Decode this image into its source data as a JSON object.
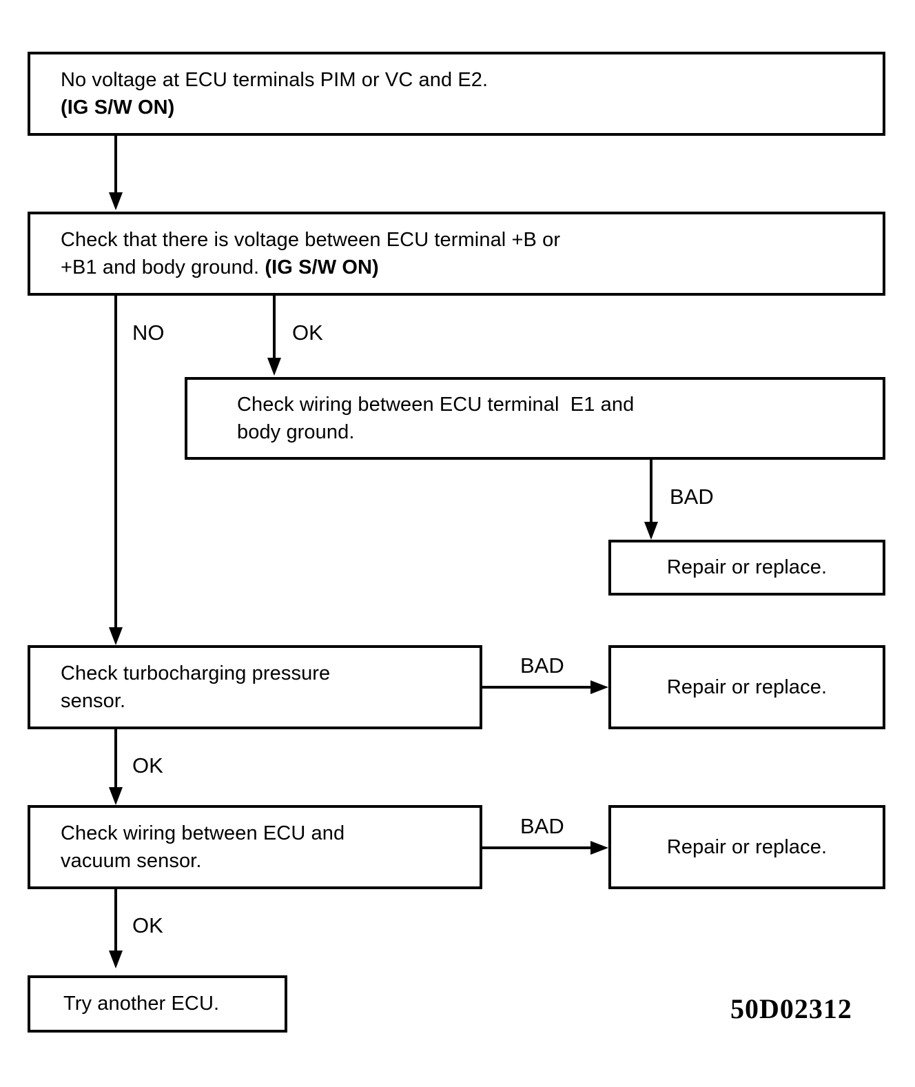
{
  "diagram": {
    "title_code": "50D02312",
    "nodes": {
      "start": {
        "line1": "No voltage at ECU terminals PIM or VC and E2.",
        "line2": "(IG S/W ON)"
      },
      "check_voltage": {
        "line1": "Check that there is voltage between ECU terminal +B or",
        "line2a": "+B1 and body ground. ",
        "line2b": "(IG S/W ON)",
        "line2": "+B1 and body ground. (IG S/W ON)"
      },
      "check_wiring_e1": {
        "line1": "Check wiring between ECU terminal  E1 and",
        "line2": "body ground."
      },
      "repair_1": {
        "line1": "Repair or replace."
      },
      "check_turbo_sensor": {
        "line1": "Check turbocharging pressure",
        "line2": "sensor."
      },
      "repair_2": {
        "line1": "Repair or replace."
      },
      "check_wiring_vacuum": {
        "line1": "Check wiring between ECU and",
        "line2": "vacuum sensor."
      },
      "repair_3": {
        "line1": "Repair or replace."
      },
      "try_another_ecu": {
        "line1": "Try another ECU."
      }
    },
    "edge_labels": {
      "no_1": "NO",
      "ok_1": "OK",
      "bad_1": "BAD",
      "ok_2": "OK",
      "bad_2": "BAD",
      "ok_3": "OK",
      "bad_3": "BAD"
    }
  }
}
